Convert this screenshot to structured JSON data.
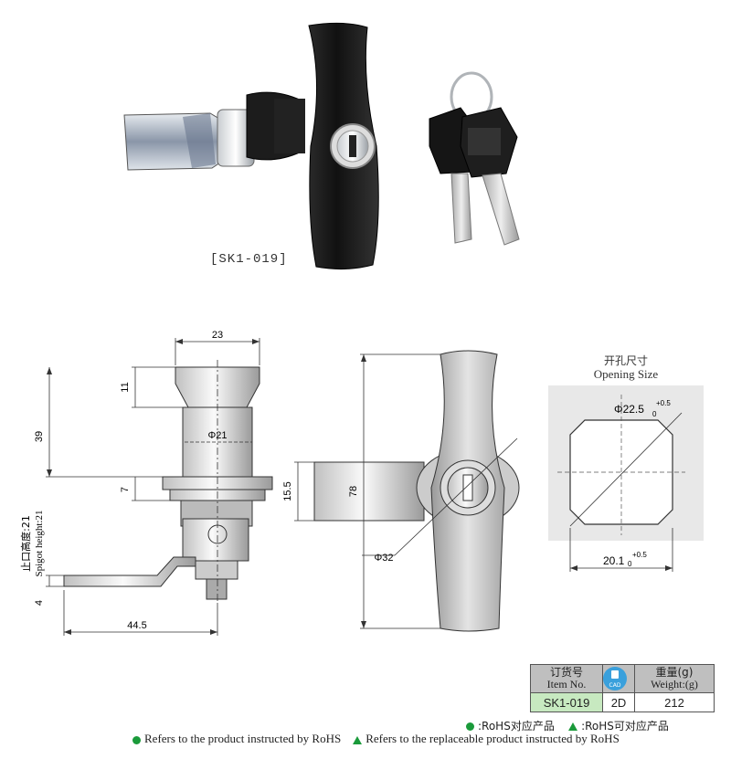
{
  "product": {
    "model_label": "[SK1-019]"
  },
  "drawing": {
    "dim_width_top": "23",
    "dim_top_height": "11",
    "dim_total_height": "39",
    "dim_diameter": "Φ21",
    "dim_flange": "7",
    "dim_spigot_cn": "止口高度:21",
    "dim_spigot_en": "Spigot height:21",
    "dim_cam_thick": "4",
    "dim_cam_length": "44.5",
    "dim_front_width": "15.5",
    "dim_handle_height": "78",
    "dim_front_diameter": "Φ32"
  },
  "opening": {
    "title_cn": "开孔尺寸",
    "title_en": "Opening Size",
    "diameter": "Φ22.5",
    "diameter_tol": "+0.5",
    "diameter_base": "0",
    "flat": "20.1",
    "flat_tol": "+0.5",
    "flat_base": "0"
  },
  "table": {
    "col1_cn": "订货号",
    "col1_en": "Item No.",
    "col2_icon": "cad-icon",
    "col2_icon_text": "CAD",
    "col3_cn": "重量(g)",
    "col3_en": "Weight:(g)",
    "item_no": "SK1-019",
    "cad": "2D",
    "weight": "212"
  },
  "legend": {
    "rohs_cn": ":RoHS对应产品",
    "replaceable_cn": ":RoHS可对应产品",
    "rohs_en": "Refers to the product instructed by RoHS",
    "replaceable_en": "Refers to the replaceable product instructed by RoHS"
  },
  "colors": {
    "legend_green": "#1a9a3a",
    "table_header": "#bfbfbf",
    "item_cell": "#c7e9c0",
    "cad_blue": "#3aa0dc"
  }
}
